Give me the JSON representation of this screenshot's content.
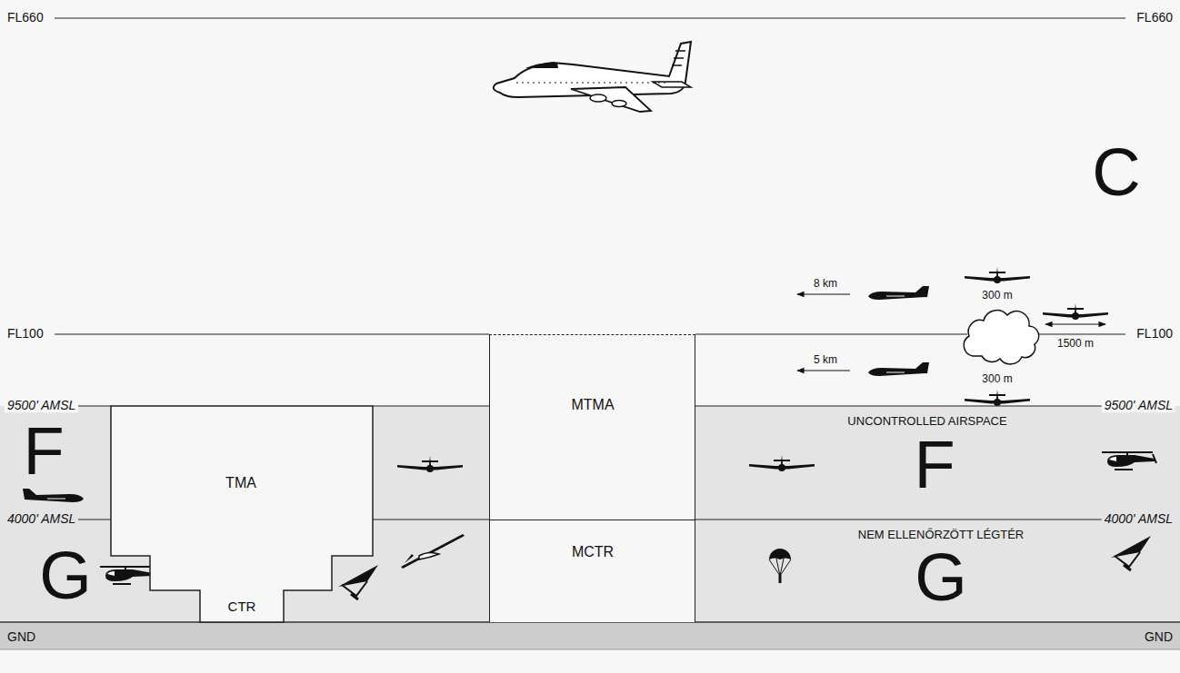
{
  "diagram": {
    "nodes": [
      {
        "text": [
          "TMA"
        ]
      },
      {
        "text": [
          "CTR"
        ],
        "in": 0
      },
      {
        "text": [
          "MTMA"
        ]
      },
      {
        "text": [
          "MCTR"
        ]
      }
    ],
    "labels": [
      "FL660",
      "FL660",
      "C",
      "8 km",
      "300 m",
      "FL100",
      "1500 m",
      "FL100",
      "5 km",
      "300 m",
      "9500' AMSL",
      "9500' AMSL",
      "UNCONTROLLED AIRSPACE",
      "F",
      "F",
      "4000' AMSL",
      "NEM ELLENŐRZÖTT LÉGTÉR",
      "4000' AMSL",
      "G",
      "G",
      "GND",
      "GND"
    ]
  }
}
